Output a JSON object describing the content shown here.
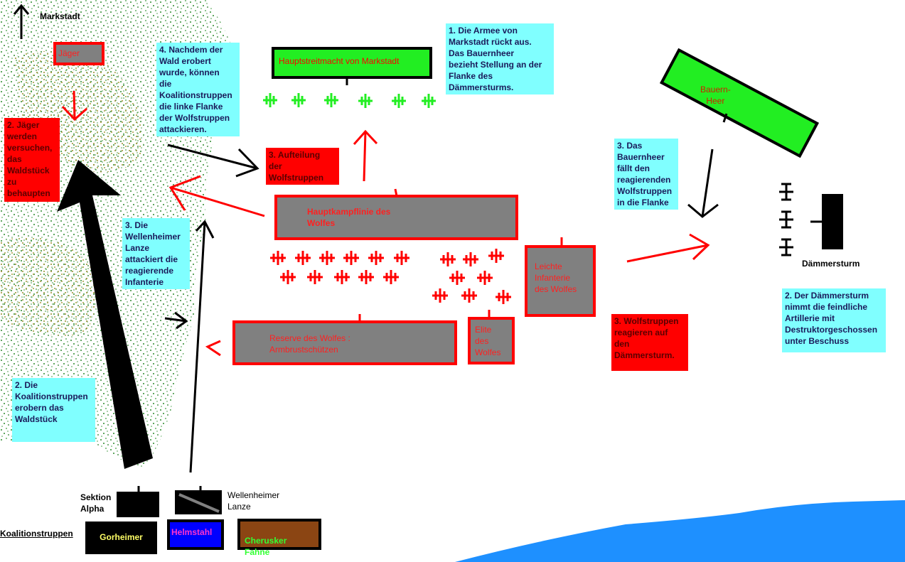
{
  "places": {
    "markstadt": "Markstadt",
    "daemmersturm": "Dämmersturm"
  },
  "units": {
    "jaeger": "Jäger",
    "hauptstreitmacht": "Hauptstreitmacht von Markstadt",
    "bauernheer": "Bauern-\nHeer",
    "hauptkampflinie": "Hauptkampflinie des\nWolfes",
    "leichte_infanterie": "Leichte\nInfanterie\ndes Wolfes",
    "reserve": "Reserve des Wolfes :\nArmbrustschützen",
    "elite": "Elite\ndes\nWolfes",
    "sektion_alpha": "Sektion\nAlpha",
    "wellenheimer_lanze": "Wellenheimer\nLanze",
    "gorheimer": "Gorheimer",
    "helmstahl": "Helmstahl",
    "cherusker_fahne": "Cherusker\nFahne"
  },
  "legend": {
    "koalitionstruppen": "Koalitionstruppen"
  },
  "notes": {
    "n1_armee": "1. Die Armee von\nMarkstadt rückt aus.\nDas Bauernheer\nbezieht Stellung an der\nFlanke des\nDämmersturms.",
    "n4_wald": "4. Nachdem der\nWald erobert\nwurde, können\ndie\nKoalitionstruppen\ndie linke Flanke\nder Wolfstruppen\nattackieren.",
    "n2_jaeger": "2. Jäger\nwerden\nversuchen,\ndas\nWaldstück\nzu\nbehaupten",
    "n3_aufteilung": "3. Aufteilung\nder\nWolfstruppen",
    "n3_wellenheimer": "3. Die\nWellenheimer\nLanze\nattackiert die\nreagierende\nInfanterie",
    "n2_koalition": "2. Die\nKoalitionstruppen\nerobern das\nWaldstück",
    "n3_bauernheer": "3. Das\nBauernheer\nfällt den\nreagierenden\nWolfstruppen\nin die Flanke",
    "n3_wolfstruppen": "3. Wolfstruppen\nreagieren auf\nden\nDämmersturm.",
    "n2_daemmersturm": "2. Der Dämmersturm\nnimmt die feindliche\nArtillerie mit\nDestruktorgeschossen\nunter Beschuss"
  },
  "colors": {
    "forest_green": "#2e8b2e",
    "forest_olive": "#9b8b2a",
    "note_cyan": "#80ffff",
    "note_red": "#ff0000",
    "wolf_red": "#ff0000",
    "unit_grey": "#808080",
    "ally_green": "#22ee22",
    "water_blue": "#1e90ff",
    "gorheimer_text": "#ffff66",
    "helmstahl_bg": "#0000ff",
    "helmstahl_text": "#ff33cc",
    "cherusker_bg": "#8b4513",
    "cherusker_text": "#33ff33"
  }
}
